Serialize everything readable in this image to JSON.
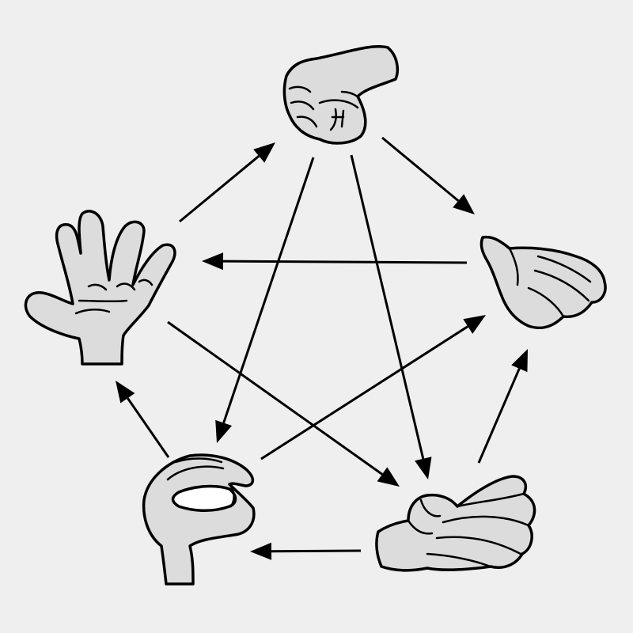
{
  "colors": {
    "background": "#efefef",
    "hand_fill": "#dcdcdc",
    "line": "#000000"
  },
  "diagram": {
    "nodes": [
      {
        "id": "rock",
        "icon": "fist-hand-icon"
      },
      {
        "id": "spock",
        "icon": "flat-hand-icon"
      },
      {
        "id": "scissors",
        "icon": "scissors-hand-icon"
      },
      {
        "id": "lizard",
        "icon": "lizard-hand-icon"
      },
      {
        "id": "paper",
        "icon": "open-palm-hand-icon"
      }
    ],
    "edges": [
      {
        "from": "rock",
        "to": "spock"
      },
      {
        "from": "spock",
        "to": "paper"
      },
      {
        "from": "scissors",
        "to": "spock"
      },
      {
        "from": "scissors",
        "to": "lizard"
      },
      {
        "from": "lizard",
        "to": "paper"
      },
      {
        "from": "rock",
        "to": "lizard"
      },
      {
        "from": "rock",
        "to": "scissors"
      },
      {
        "from": "lizard",
        "to": "spock"
      },
      {
        "from": "paper",
        "to": "scissors"
      },
      {
        "from": "paper",
        "to": "rock"
      }
    ]
  }
}
